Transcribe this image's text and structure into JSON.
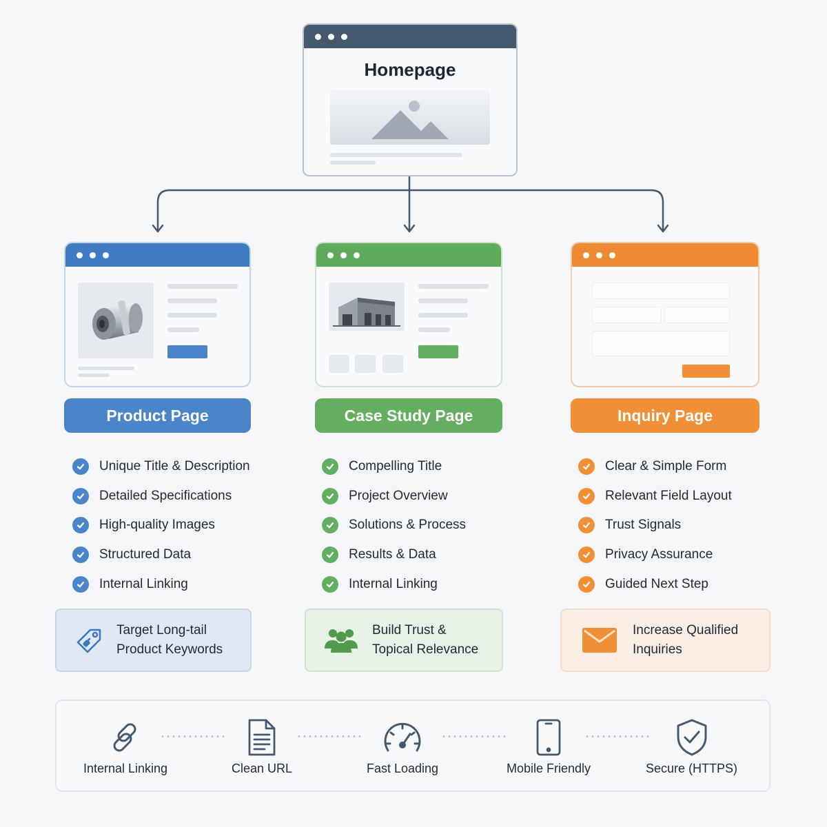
{
  "homepage": {
    "title": "Homepage"
  },
  "pages": [
    {
      "id": "product",
      "label": "Product Page",
      "accent": "#4a85c9",
      "checklist": [
        "Unique Title & Description",
        "Detailed Specifications",
        "High-quality Images",
        "Structured Data",
        "Internal Linking"
      ],
      "goal": {
        "line1": "Target Long-tail",
        "line2": "Product Keywords",
        "icon": "tag-icon"
      }
    },
    {
      "id": "case",
      "label": "Case Study Page",
      "accent": "#64ae61",
      "checklist": [
        "Compelling Title",
        "Project Overview",
        "Solutions & Process",
        "Results & Data",
        "Internal Linking"
      ],
      "goal": {
        "line1": "Build Trust &",
        "line2": "Topical Relevance",
        "icon": "users-icon"
      }
    },
    {
      "id": "inquiry",
      "label": "Inquiry Page",
      "accent": "#f08f35",
      "checklist": [
        "Clear & Simple Form",
        "Relevant Field Layout",
        "Trust Signals",
        "Privacy Assurance",
        "Guided Next Step"
      ],
      "goal": {
        "line1": "Increase Qualified",
        "line2": "Inquiries",
        "icon": "envelope-icon"
      }
    }
  ],
  "features": [
    {
      "label": "Internal Linking",
      "icon": "link-icon"
    },
    {
      "label": "Clean URL",
      "icon": "document-icon"
    },
    {
      "label": "Fast Loading",
      "icon": "speedometer-icon"
    },
    {
      "label": "Mobile Friendly",
      "icon": "smartphone-icon"
    },
    {
      "label": "Secure (HTTPS)",
      "icon": "shield-check-icon"
    }
  ]
}
